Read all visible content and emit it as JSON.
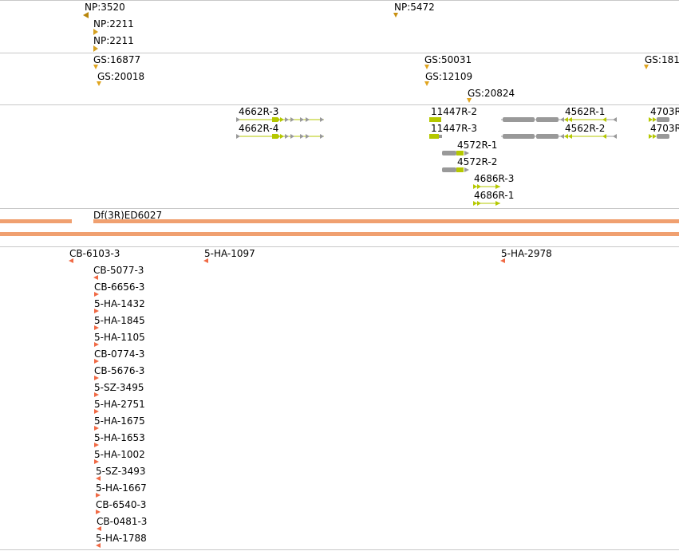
{
  "tracks": {
    "np_insertions": {
      "items": [
        {
          "label": "NP:3520",
          "dir": "left"
        },
        {
          "label": "NP:5472",
          "dir": "down"
        },
        {
          "label": "NP:2211",
          "dir": "right"
        },
        {
          "label": "NP:2211",
          "dir": "right"
        }
      ]
    },
    "gs_insertions": {
      "items": [
        {
          "label": "GS:16877"
        },
        {
          "label": "GS:50031"
        },
        {
          "label": "GS:181"
        },
        {
          "label": "GS:20018"
        },
        {
          "label": "GS:12109"
        },
        {
          "label": "GS:20824"
        }
      ]
    },
    "transcripts": {
      "items": [
        {
          "label": "4662R-3"
        },
        {
          "label": "4662R-4"
        },
        {
          "label": "11447R-2"
        },
        {
          "label": "11447R-3"
        },
        {
          "label": "4562R-1"
        },
        {
          "label": "4562R-2"
        },
        {
          "label": "4703R"
        },
        {
          "label": "4703R"
        },
        {
          "label": "4572R-1"
        },
        {
          "label": "4572R-2"
        },
        {
          "label": "4686R-3"
        },
        {
          "label": "4686R-1"
        }
      ]
    },
    "deficiency": {
      "label": "Df(3R)ED6027"
    },
    "aberrations": {
      "items": [
        {
          "label": "CB-6103-3"
        },
        {
          "label": "5-HA-1097"
        },
        {
          "label": "5-HA-2978"
        },
        {
          "label": "CB-5077-3"
        },
        {
          "label": "CB-6656-3"
        },
        {
          "label": "5-HA-1432"
        },
        {
          "label": "5-HA-1845"
        },
        {
          "label": "5-HA-1105"
        },
        {
          "label": "CB-0774-3"
        },
        {
          "label": "CB-5676-3"
        },
        {
          "label": "5-SZ-3495"
        },
        {
          "label": "5-HA-2751"
        },
        {
          "label": "5-HA-1675"
        },
        {
          "label": "5-HA-1653"
        },
        {
          "label": "5-HA-1002"
        },
        {
          "label": "5-SZ-3493"
        },
        {
          "label": "5-HA-1667"
        },
        {
          "label": "CB-6540-3"
        },
        {
          "label": "CB-0481-3"
        },
        {
          "label": "5-HA-1788"
        }
      ]
    }
  },
  "colors": {
    "np_marker": "#b8860b",
    "gs_marker": "#e0a520",
    "exon_coding": "#b5c800",
    "exon_noncoding": "#999999",
    "intron_line": "#b5c800",
    "deficiency_bar": "#f0a070",
    "aberration_marker": "#f06a45",
    "divider": "#c8c8c8"
  }
}
